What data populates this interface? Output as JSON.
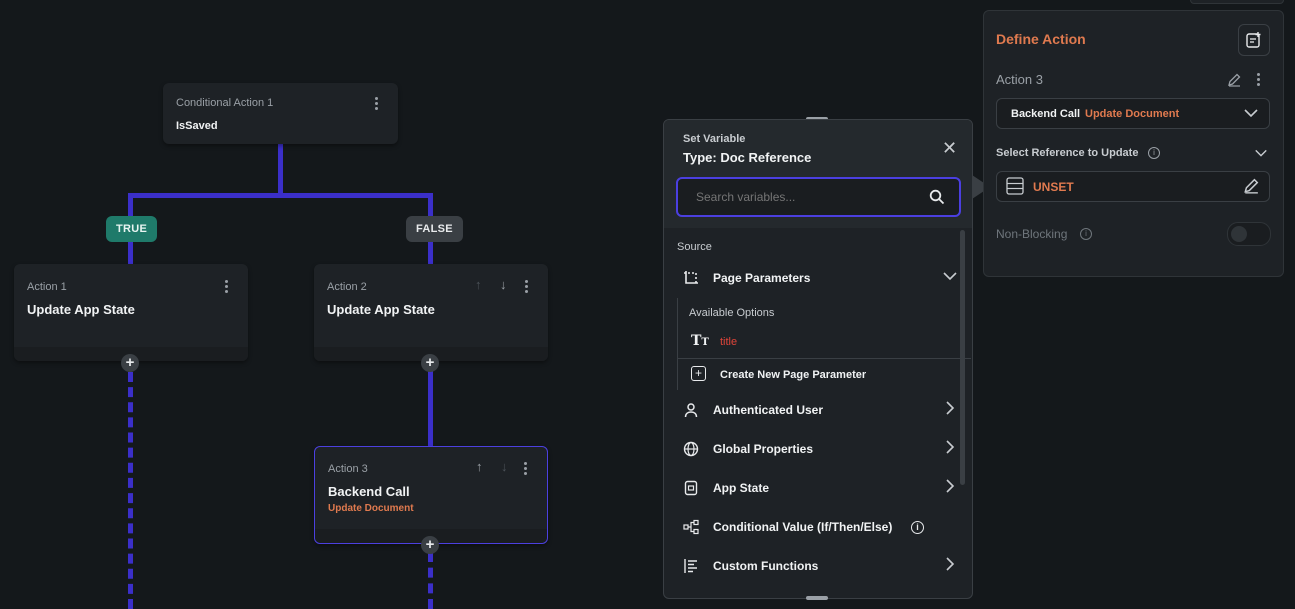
{
  "flow": {
    "conditional": {
      "label": "Conditional Action 1",
      "condition": "IsSaved"
    },
    "true_label": "TRUE",
    "false_label": "FALSE",
    "action1": {
      "label": "Action 1",
      "title": "Update App State"
    },
    "action2": {
      "label": "Action 2",
      "title": "Update App State"
    },
    "action3": {
      "label": "Action 3",
      "title": "Backend Call",
      "subtitle": "Update Document"
    }
  },
  "set_variable": {
    "header_label": "Set Variable",
    "type_label": "Type: Doc Reference",
    "search_placeholder": "Search variables...",
    "source_label": "Source",
    "page_parameters": "Page Parameters",
    "available_options": "Available Options",
    "option_title": "title",
    "create_param": "Create New Page Parameter",
    "items": {
      "auth_user": "Authenticated User",
      "global_props": "Global Properties",
      "app_state": "App State",
      "conditional_value": "Conditional Value (If/Then/Else)",
      "custom_functions": "Custom Functions"
    }
  },
  "define_action": {
    "title": "Define Action",
    "action_name": "Action 3",
    "backend_call": "Backend Call",
    "backend_value": "Update Document",
    "select_reference": "Select Reference to Update",
    "unset": "UNSET",
    "non_blocking": "Non-Blocking"
  },
  "colors": {
    "accent_orange": "#e07a4f",
    "connector_purple": "#3b2fc9",
    "true_green": "#1f7a6a",
    "false_gray": "#3a3f44",
    "option_red": "#e0453a"
  }
}
